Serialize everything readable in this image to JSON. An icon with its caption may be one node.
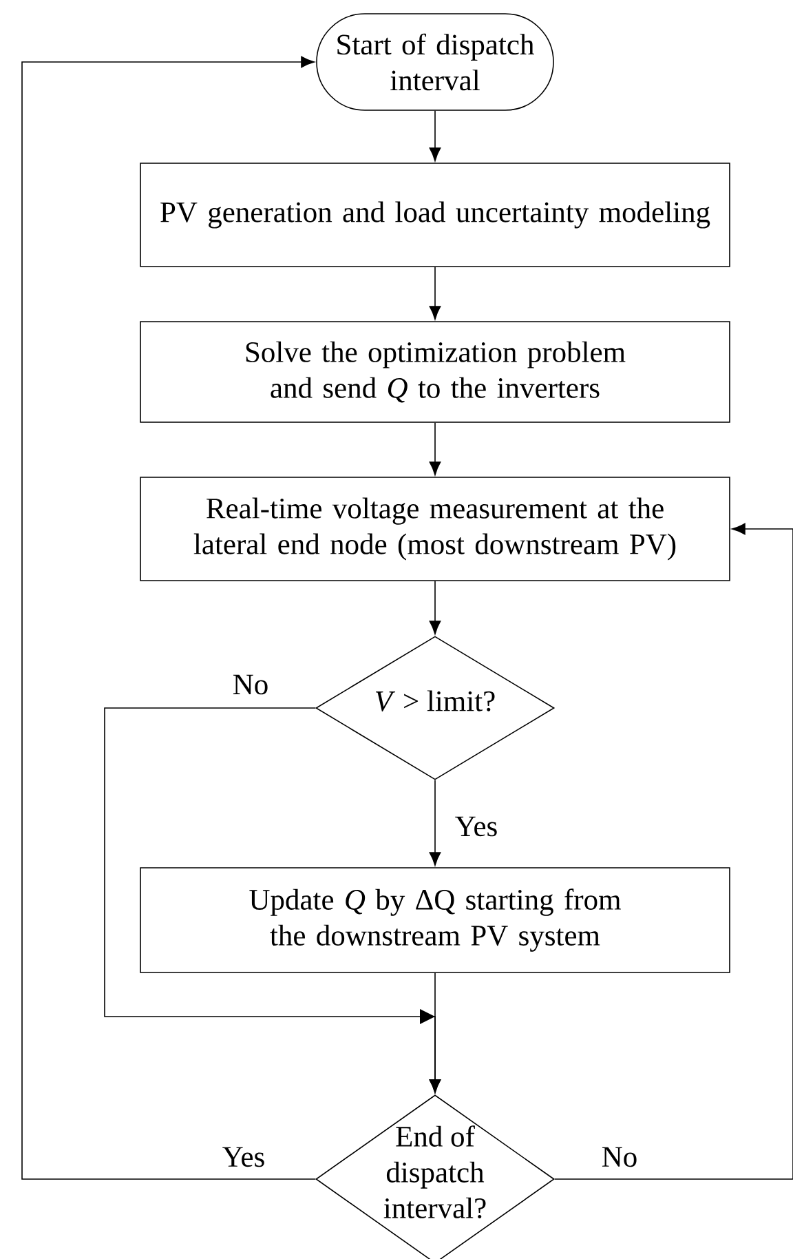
{
  "diagram": {
    "nodes": [
      {
        "text": [
          "Start of dispatch interval"
        ]
      },
      {
        "text": [
          "PV generation and load uncertainty modeling"
        ]
      },
      {
        "text": [
          "Solve the optimization problem and send *Q* to the inverters"
        ]
      },
      {
        "text": [
          "Real-time voltage measurement at the lateral end node (most downstream PV)"
        ]
      },
      {
        "text": [
          "*V* > limit?"
        ]
      },
      {
        "text": [
          "Update *Q* by ΔQ starting from the downstream PV system"
        ]
      },
      {
        "text": [
          "End of dispatch interval?"
        ]
      }
    ],
    "edges": [
      {
        "from": 0,
        "to": 1,
        "arrow": "to"
      },
      {
        "from": 1,
        "to": 2,
        "arrow": "to"
      },
      {
        "from": 2,
        "to": 3,
        "arrow": "to"
      },
      {
        "from": 3,
        "to": 4,
        "arrow": "to"
      },
      {
        "from": 4,
        "to": 5,
        "arrow": "to",
        "label": "Yes"
      },
      {
        "from": 4,
        "to": 6,
        "arrow": "to",
        "label": "No"
      },
      {
        "from": 5,
        "to": 6,
        "arrow": "to"
      },
      {
        "from": 6,
        "to": 0,
        "arrow": "to",
        "label": "Yes"
      },
      {
        "from": 6,
        "to": 3,
        "arrow": "to",
        "label": "No"
      }
    ]
  }
}
